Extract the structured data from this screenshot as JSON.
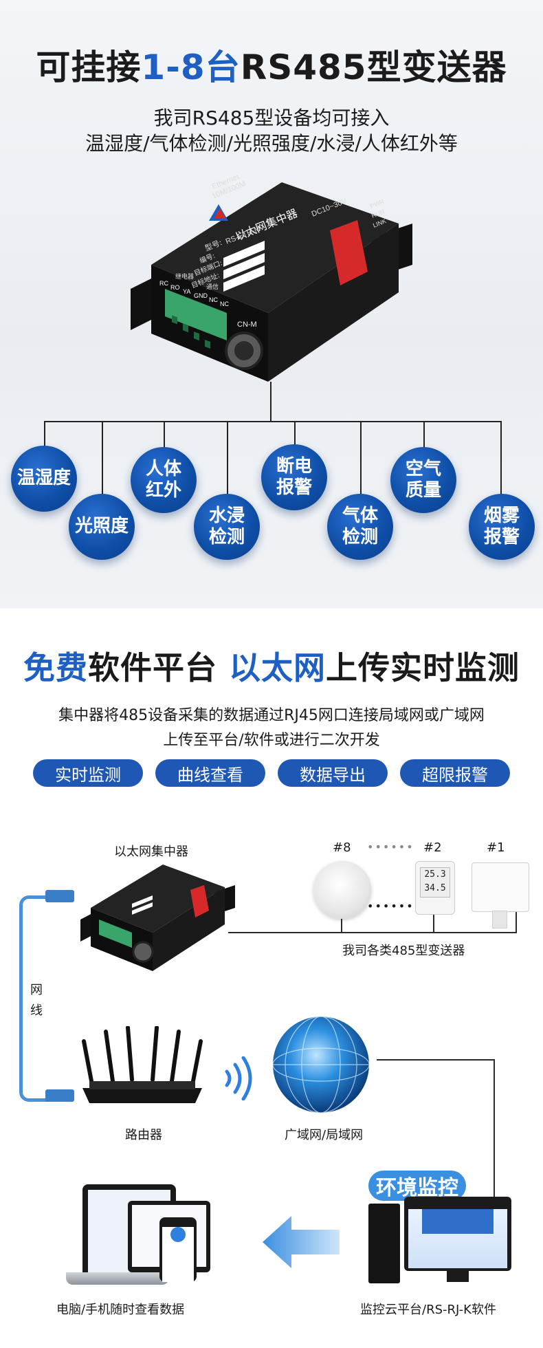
{
  "section1": {
    "title_a": "可挂接",
    "title_b": "1-8台",
    "title_c": "RS485型变送器",
    "subtitle_1": "我司RS485型设备均可接入",
    "subtitle_2": "温湿度/气体检测/光照强度/水浸/人体红外等",
    "device": {
      "ethernet": "Ethernet",
      "speed": "10M/100M",
      "power": "DC10~30V",
      "led_pwr": "PWR",
      "led_run": "RUN",
      "led_link": "LINK",
      "name": "以太网集中器",
      "model_label": "型号:",
      "model": "RS-ETH-M",
      "serial_label": "编号:",
      "port_label": "目标端口:",
      "addr_label": "目标地址:",
      "port_id": "CN-M",
      "term_group1": "继电器",
      "term_group2": "通信",
      "terms": [
        "RC",
        "RO",
        "YA",
        "GND",
        "NC",
        "NC"
      ]
    },
    "bubbles": [
      "温湿度",
      "光照度",
      "人体红外",
      "水浸检测",
      "断电报警",
      "气体检测",
      "空气质量",
      "烟雾报警"
    ]
  },
  "section2": {
    "title_a": "免费",
    "title_b": "软件平台 ",
    "title_c": "以太网",
    "title_d": "上传实时监测",
    "subtitle_1": "集中器将485设备采集的数据通过RJ45网口连接局域网或广域网",
    "subtitle_2": "上传至平台/软件或进行二次开发",
    "pills": [
      "实时监测",
      "曲线查看",
      "数据导出",
      "超限报警"
    ],
    "diagram": {
      "hub_label": "以太网集中器",
      "sensor_8": "#8",
      "sensor_2": "#2",
      "sensor_1": "#1",
      "dots": "••••••",
      "transmitters_label": "我司各类485型变送器",
      "cable_label": "网线",
      "router_label": "路由器",
      "wan_label": "广域网/局域网",
      "monitor_banner": "环境监控",
      "devices_label": "电脑/手机随时查看数据",
      "platform_label": "监控云平台/RS-RJ-K软件",
      "sensor_reading_1": "25.3",
      "sensor_reading_2": "34.5"
    }
  },
  "colors": {
    "brand_blue": "#1f57b5",
    "accent_blue": "#1d5fc2",
    "cable_blue": "#4a90d9"
  }
}
